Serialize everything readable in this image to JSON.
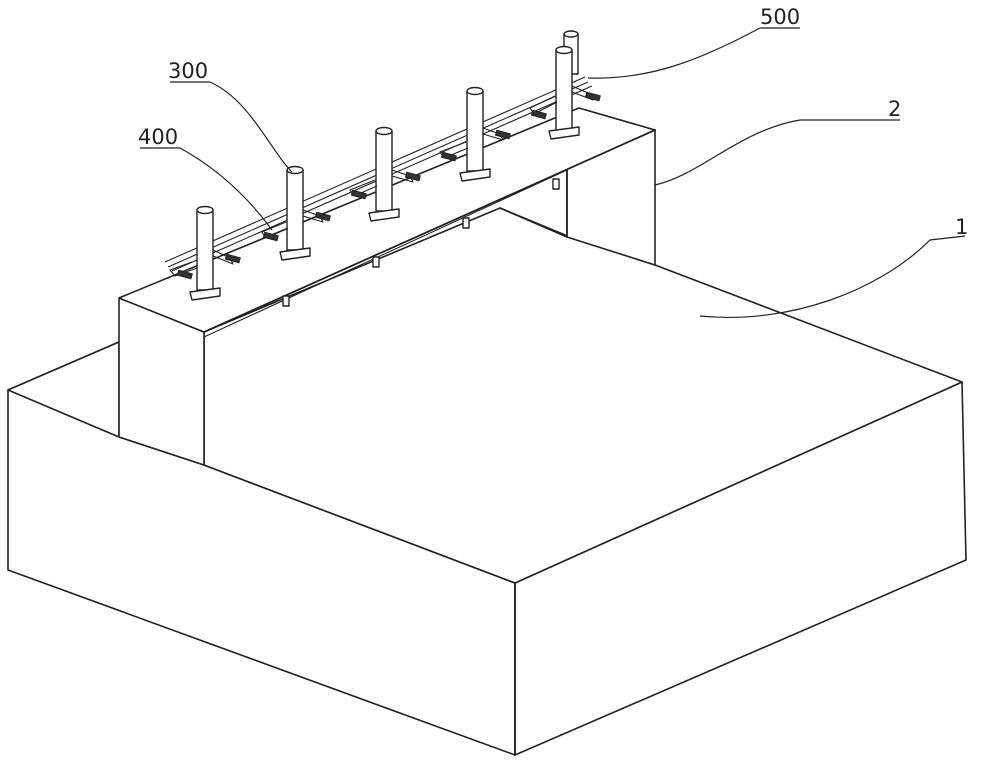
{
  "callouts": {
    "label_500": "500",
    "label_300": "300",
    "label_400": "400",
    "label_2": "2",
    "label_1": "1"
  },
  "colors": {
    "line": "#222222",
    "background": "#ffffff"
  }
}
